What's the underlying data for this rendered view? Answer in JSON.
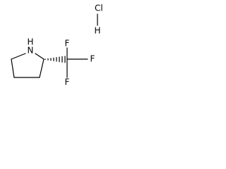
{
  "molecule": {
    "atoms": {
      "hcl_cl": "Cl",
      "hcl_h": "H",
      "ring_nitrogen": "N",
      "ring_nh_hydrogen": "H",
      "fluorine_top": "F",
      "fluorine_right": "F",
      "fluorine_bottom": "F"
    }
  }
}
